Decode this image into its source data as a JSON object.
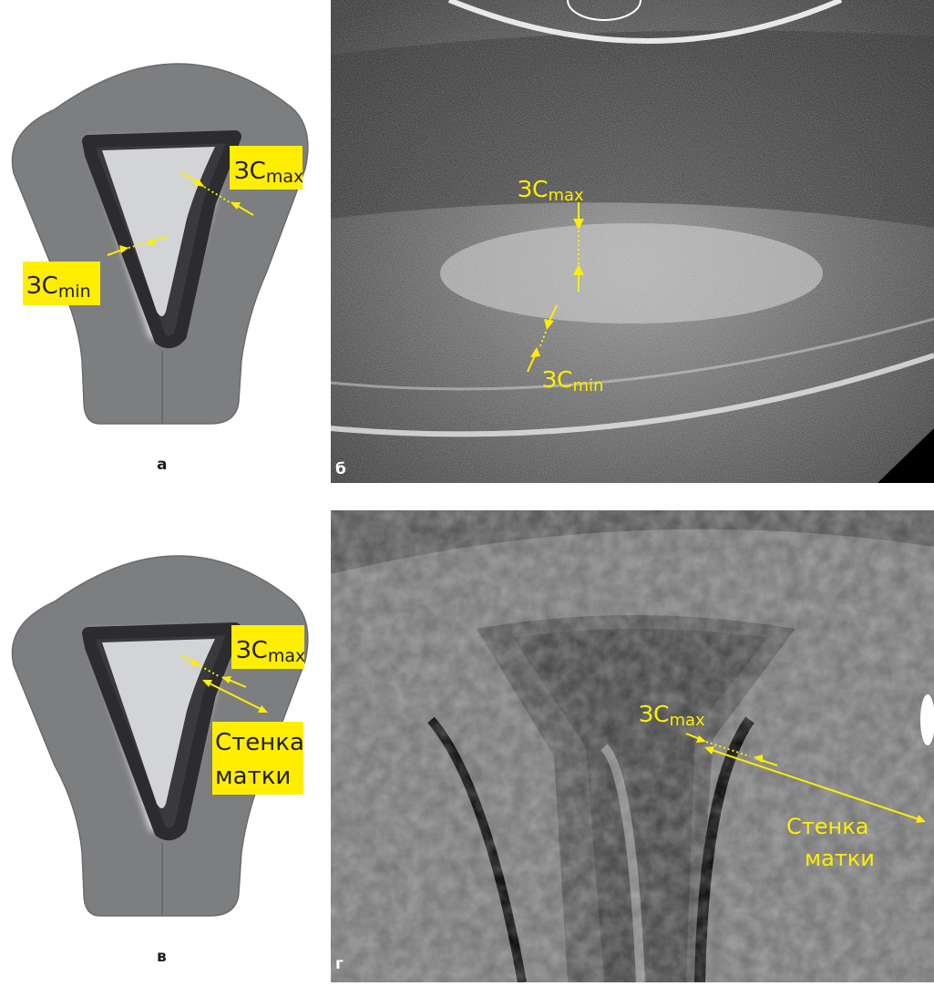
{
  "panels": {
    "a": {
      "label": "а"
    },
    "b": {
      "label": "б"
    },
    "c": {
      "label": "в"
    },
    "d": {
      "label": "г"
    }
  },
  "annotations": {
    "zc_base": "ЗС",
    "sub_max": "max",
    "sub_min": "min",
    "wall_line1": "Стенка",
    "wall_line2": "матки"
  },
  "colors": {
    "annotation_yellow": "#ffee00",
    "uterus_wall": "#7d7e80",
    "cavity": "#d3d4d6",
    "endometrium": "#3a3a3c"
  }
}
